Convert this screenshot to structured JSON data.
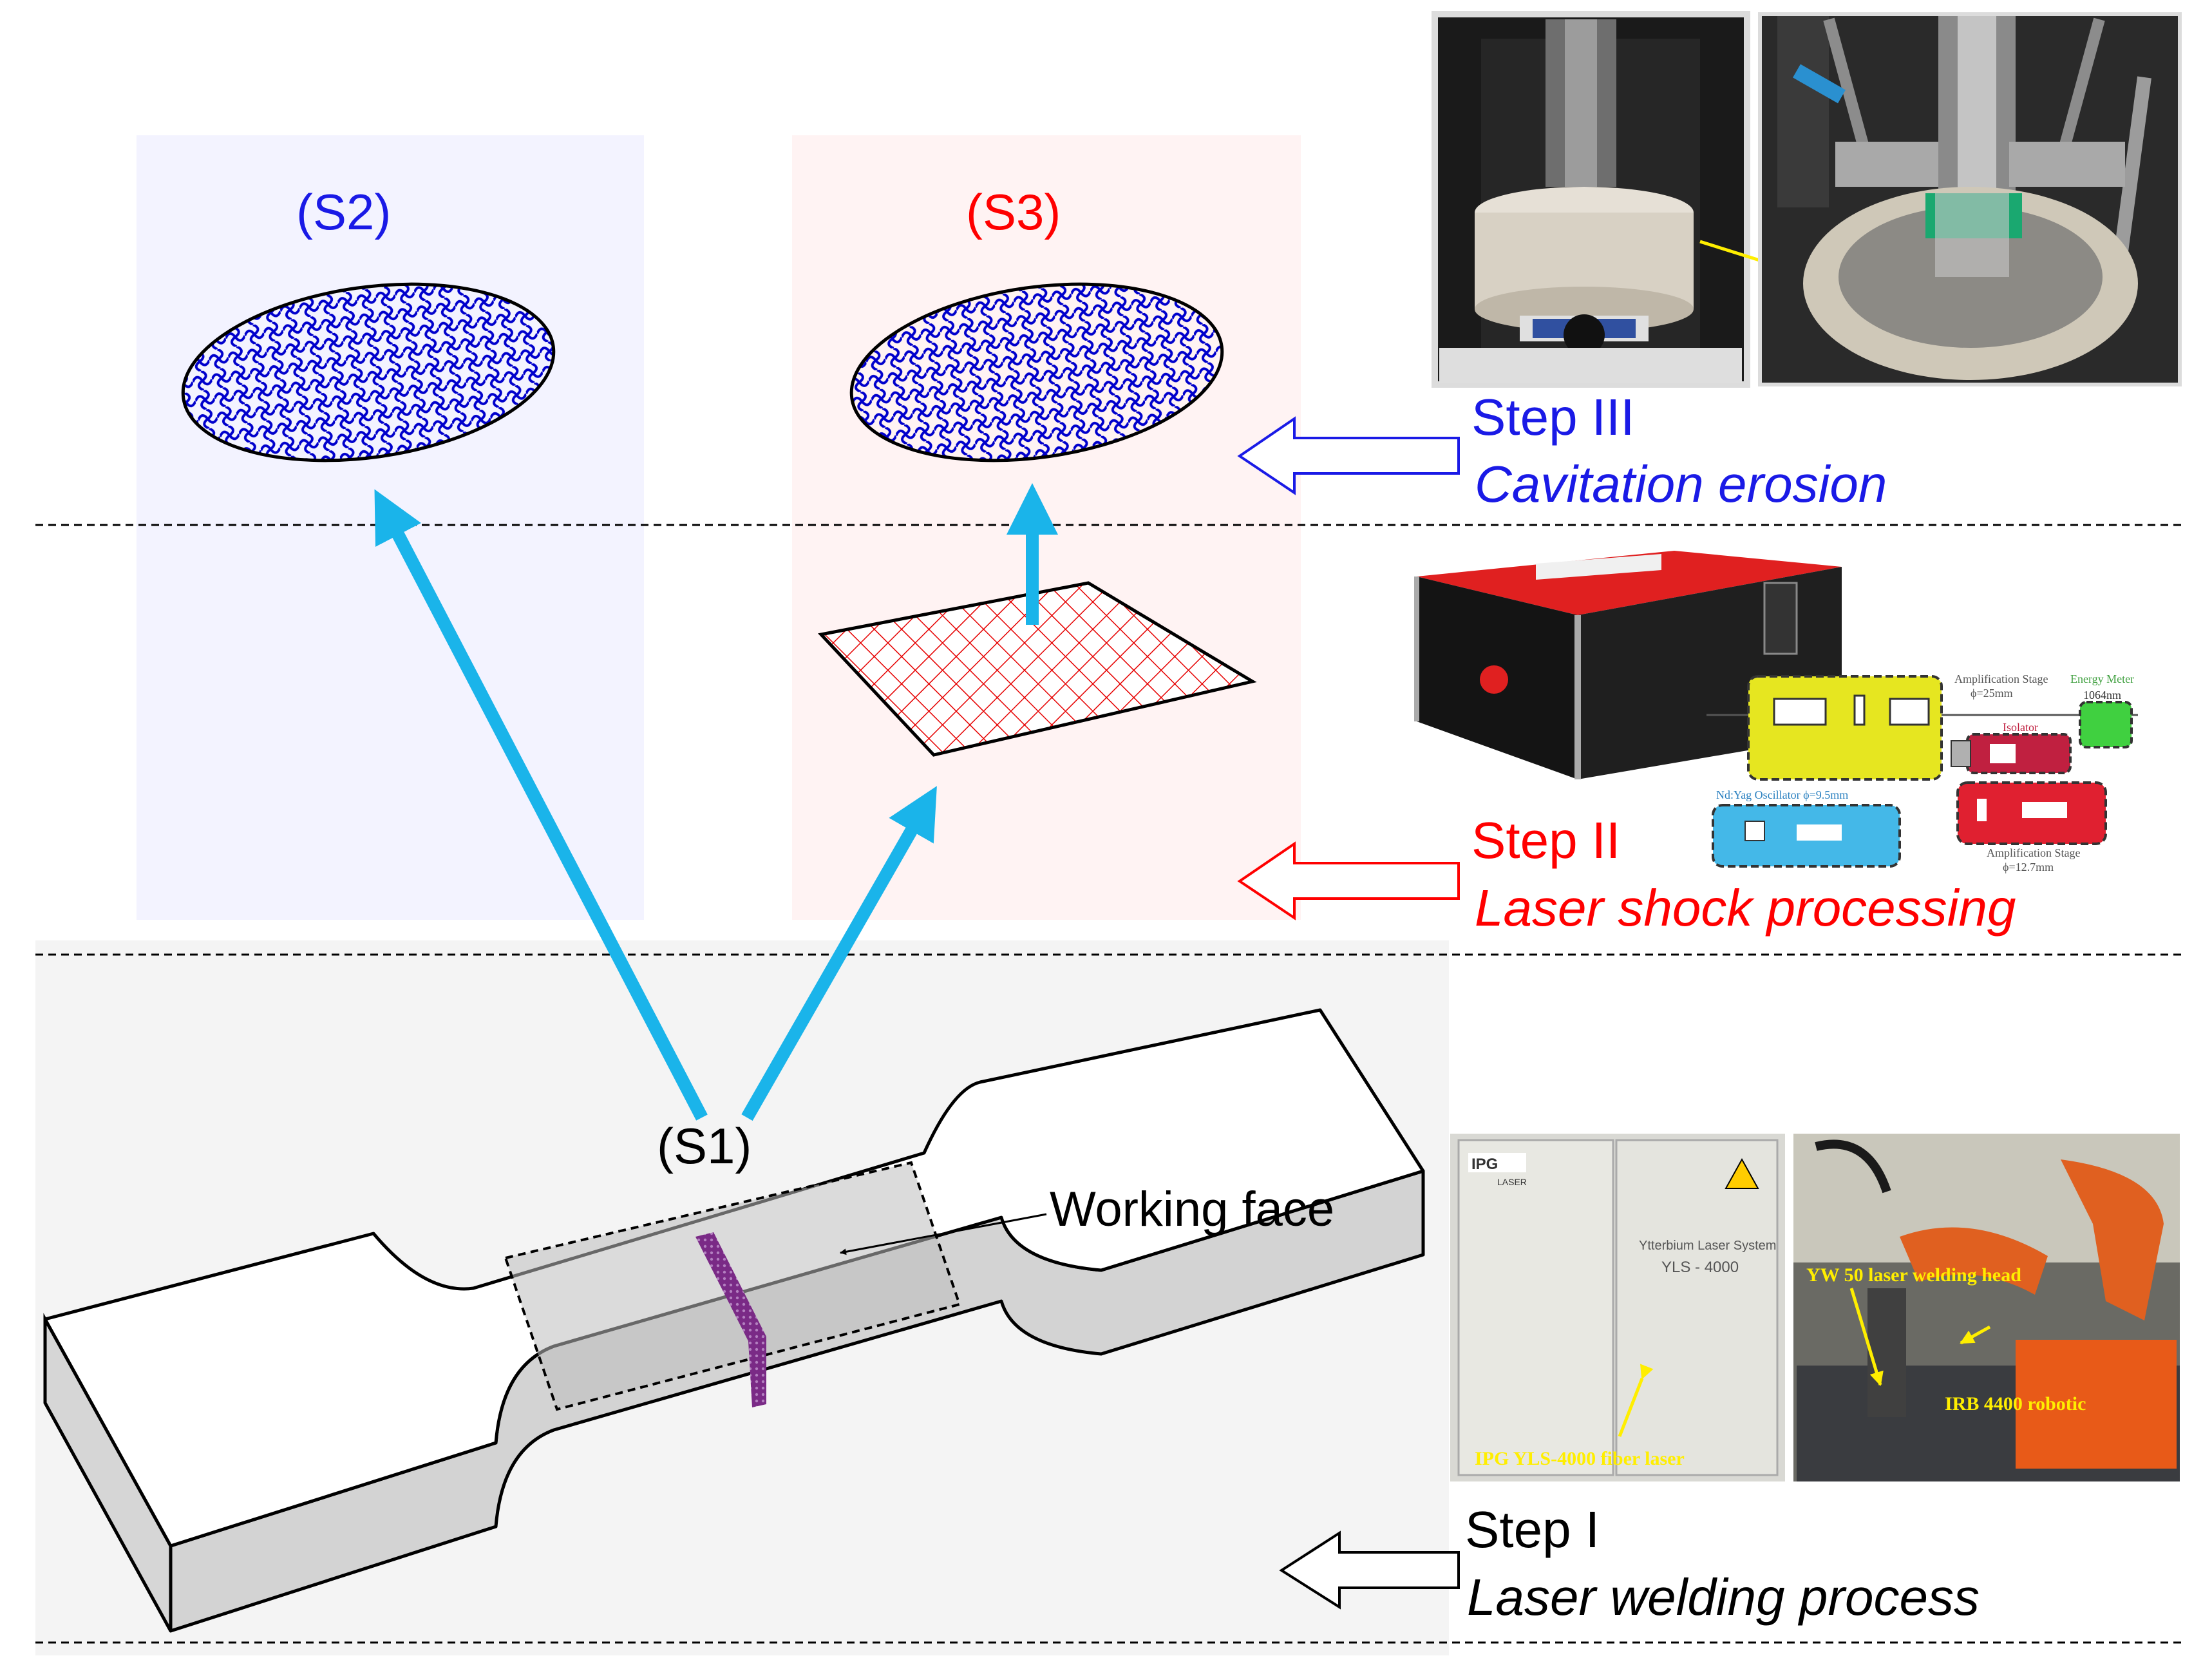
{
  "specimens": {
    "s1": "(S1)",
    "s2": "(S2)",
    "s3": "(S3)"
  },
  "working_face_label": "Working face",
  "steps": [
    {
      "id": "step3",
      "title": "Step III",
      "subtitle": "Cavitation erosion",
      "color": "#1a1ae6"
    },
    {
      "id": "step2",
      "title": "Step II",
      "subtitle": "Laser shock processing",
      "color": "#ff0000"
    },
    {
      "id": "step1",
      "title": "Step I",
      "subtitle": "Laser welding process",
      "color": "#000000"
    }
  ],
  "photo_captions": {
    "fiber_laser": "IPG YLS-4000 fiber laser",
    "welding_head": "YW 50 laser welding head",
    "robotic": "IRB 4400 robotic",
    "laser_system_name": "Ytterbium Laser System",
    "laser_model": "YLS - 4000",
    "ipg_logo": "IPG",
    "laser_brand": "LASER"
  },
  "optics_labels": {
    "amp_stage_1": "Amplification Stage",
    "amp_stage_1_dia": "ϕ=25mm",
    "energy_meter": "Energy Meter",
    "wavelength": "1064nm",
    "isolator": "Isolator",
    "oscillator": "Nd:Yag Oscillator ϕ=9.5mm",
    "amp_stage_2": "Amplification Stage",
    "amp_stage_2_dia": "ϕ=12.7mm"
  },
  "colors": {
    "arrow_cyan": "#1ab4ea",
    "s2_panel_bg": "#f3f3ff",
    "s3_panel_bg": "#fff3f3",
    "bottom_panel_bg": "#f4f4f4",
    "hatch_blue": "#0000cc",
    "hatch_red": "#e60000",
    "weld_purple": "#7a2a86"
  }
}
